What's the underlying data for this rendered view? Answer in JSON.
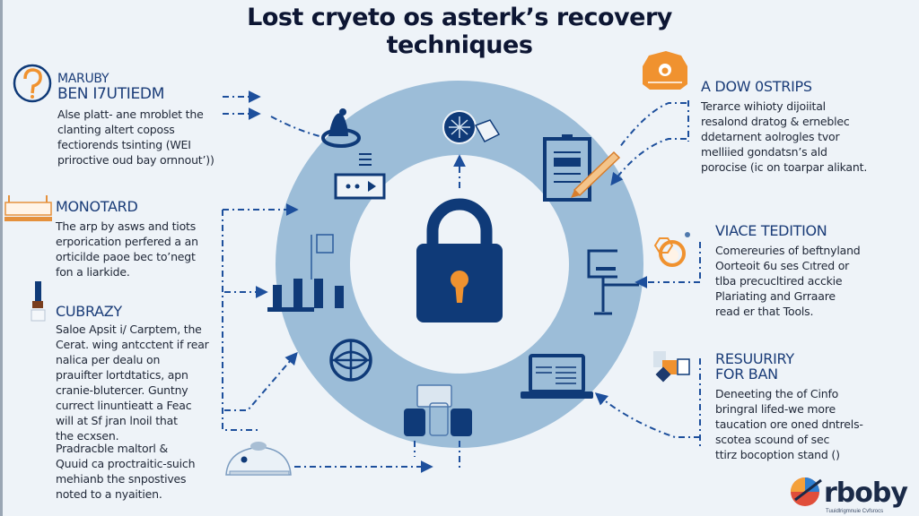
{
  "title": "Lost cryeto os asterk’s recovery\ntechniques",
  "colors": {
    "background": "#eef3f8",
    "ring": "#9cbdd8",
    "navy": "#0f3a78",
    "orange": "#f0922f",
    "heading_blue": "#1a3c78"
  },
  "center": {
    "icon": "padlock-icon"
  },
  "ring_icons": [
    {
      "name": "bell-alarm-icon"
    },
    {
      "name": "network-globe-icon"
    },
    {
      "name": "clipboard-icon"
    },
    {
      "name": "pencil-icon"
    },
    {
      "name": "media-player-icon"
    },
    {
      "name": "bar-chart-icon"
    },
    {
      "name": "compass-wheel-icon"
    },
    {
      "name": "kiosk-terminal-icon"
    },
    {
      "name": "laptop-icon"
    },
    {
      "name": "backup-drives-icon"
    },
    {
      "name": "hardware-device-icon"
    }
  ],
  "left_sections": [
    {
      "icon": "question-mark-icon",
      "heading_line1": "MARUBY",
      "heading_line2": "BEN I7UTIEDM",
      "body": "Alse platt‑ ane mroblet the\nclanting altert coposs\nfectiorends tsinting (WEI\npriroctive oud bay ornnout’))"
    },
    {
      "icon": "workbench-icon",
      "heading": "MONOTARD",
      "body": "The arp by asws and tiots\nerporication perfered a an\norticilde paoe bec to’negt\nfon a liarkide."
    },
    {
      "icon": "usb-key-icon",
      "heading": "CUBRAZY",
      "body": "Saloe Apsit i/ Carptem, the\nCerat. wing antcctent if rear\nnalica per dealu on\nprauifter lortdtatics, apn\ncranie‑blutercer. Guntny\ncurrect linuntieatt a Feac\nwill at Sf jran lnoil that\nthe ecxsen."
    },
    {
      "heading": "",
      "body": "Pradracble maltorl &\nQuuid ca proctraitic‑suich\nmehianb the snpostives\nnoted to a nyaitien."
    }
  ],
  "right_sections": [
    {
      "icon": "castle-badge-icon",
      "heading": "A DOW 0STRIPS",
      "body": "Terarce wihioty dijoiital\nresalond dratog & erneblec\nddetarnent aolrogles tvor\nmelliied gondatsn’s ald\nporocise (ic on toarpar alikant."
    },
    {
      "icon": "gear-cluster-icon",
      "heading": "VIACE TEDITION",
      "body": "Comereuries of beftnyland\nOorteoit 6u ses Cıtred or\ntlba precucltired acckie\nPlariating and Grraare\nread er that Tools."
    },
    {
      "icon": "document-stack-icon",
      "heading_line1": "RESUURIRY",
      "heading_line2": "FOR BAN",
      "body": "Deneeting the of Cinfo\nbringral lifed‑we more\ntaucation ore oned dntrels‑\nscotea scound of sec\nttirz bocoption stand ()"
    }
  ],
  "logo": {
    "wordmark": "rboby",
    "tagline": "Tuuidlrigmnuie Cvfsrocs"
  }
}
